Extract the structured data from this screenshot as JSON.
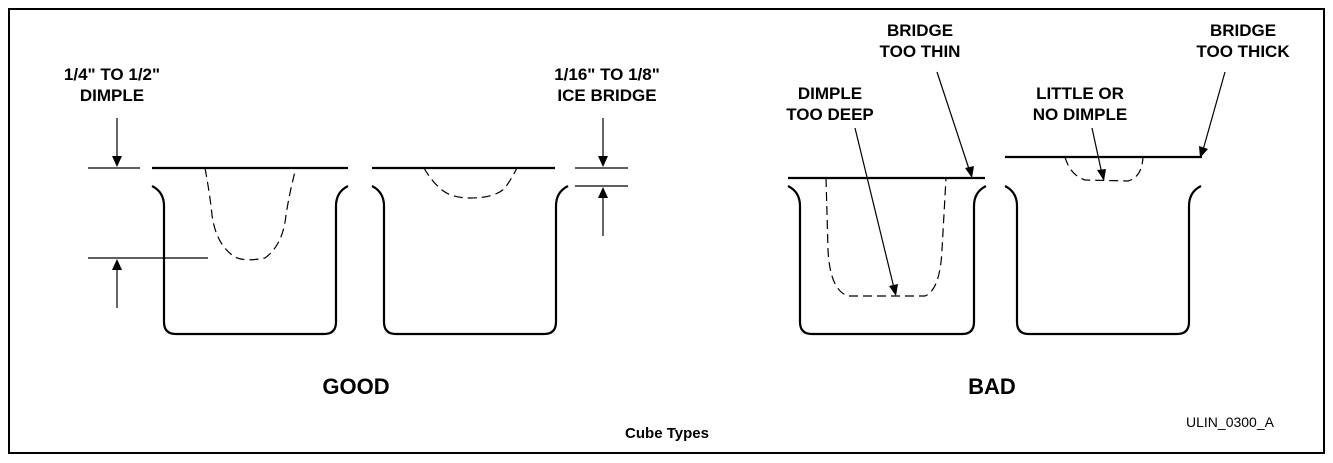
{
  "labels": {
    "dimple_size_1": "1/4\" TO 1/2\"",
    "dimple_size_2": "DIMPLE",
    "ice_bridge_1": "1/16\" TO 1/8\"",
    "ice_bridge_2": "ICE BRIDGE",
    "bridge_thin_1": "BRIDGE",
    "bridge_thin_2": "TOO THIN",
    "dimple_deep_1": "DIMPLE",
    "dimple_deep_2": "TOO DEEP",
    "little_dimple_1": "LITTLE OR",
    "little_dimple_2": "NO DIMPLE",
    "bridge_thick_1": "BRIDGE",
    "bridge_thick_2": "TOO THICK"
  },
  "groups": {
    "good": "GOOD",
    "bad": "BAD"
  },
  "caption": "Cube Types",
  "figure_code": "ULIN_0300_A"
}
